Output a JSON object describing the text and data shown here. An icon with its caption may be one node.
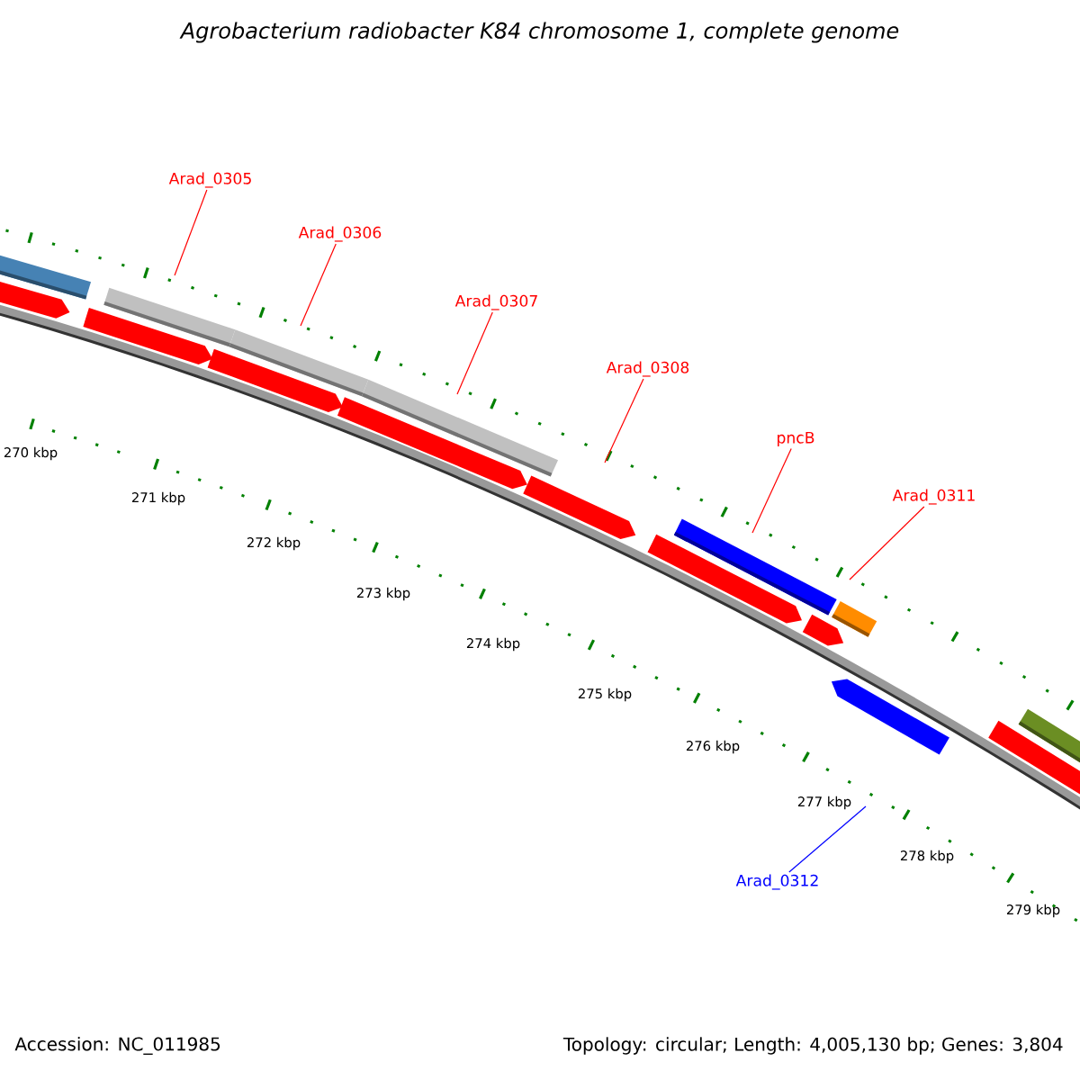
{
  "diagram": {
    "title": "Agrobacterium radiobacter K84 chromosome 1, complete genome",
    "nodes": [
      {
        "text": [
          "Arad_0305"
        ]
      },
      {
        "text": [
          "Arad_0306"
        ]
      },
      {
        "text": [
          "Arad_0307"
        ]
      },
      {
        "text": [
          "Arad_0308"
        ]
      },
      {
        "text": [
          "pncB"
        ]
      },
      {
        "text": [
          "Arad_0311"
        ]
      },
      {
        "text": [
          "Arad_0312"
        ]
      }
    ],
    "edges": [
      {
        "from": 0,
        "to": null,
        "arrow": "none"
      },
      {
        "from": 1,
        "to": null,
        "arrow": "none"
      },
      {
        "from": 2,
        "to": null,
        "arrow": "none"
      },
      {
        "from": 3,
        "to": null,
        "arrow": "none"
      },
      {
        "from": 4,
        "to": null,
        "arrow": "none"
      },
      {
        "from": 5,
        "to": null,
        "arrow": "none"
      },
      {
        "from": 6,
        "to": null,
        "arrow": "none",
        "color": "#0000ff"
      }
    ],
    "labels": [
      "270 kbp",
      "271 kbp",
      "272 kbp",
      "273 kbp",
      "274 kbp",
      "275 kbp",
      "276 kbp",
      "277 kbp",
      "278 kbp",
      "279 kbp",
      "Accession: NC_011985",
      "Topology: circular; Length: 4,005,130 bp; Genes: 3,804"
    ]
  }
}
